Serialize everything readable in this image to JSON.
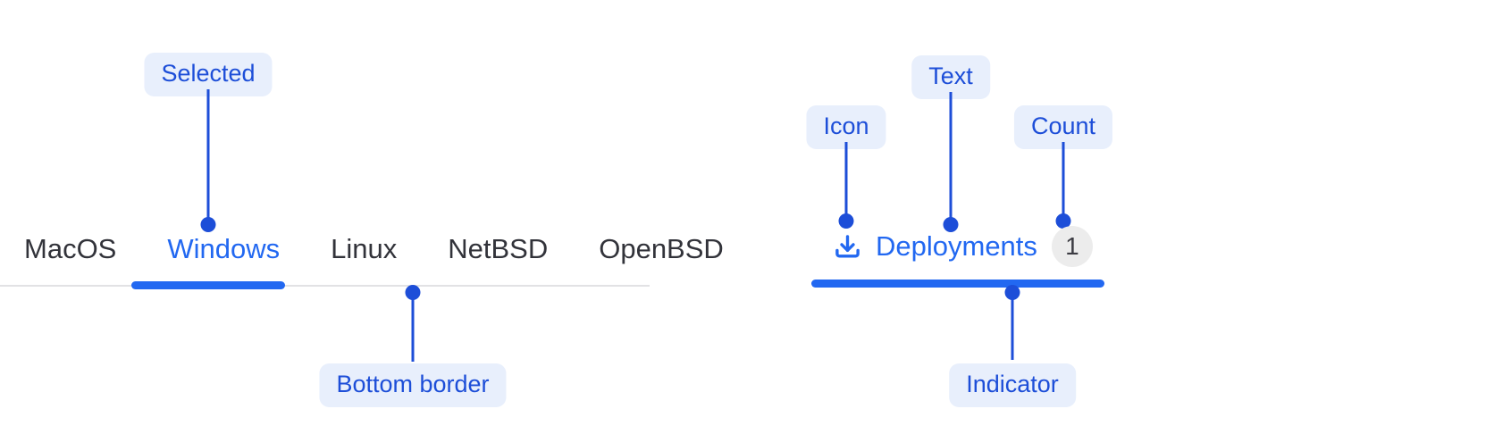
{
  "colors": {
    "accent": "#2268f1",
    "annotation": "#1d4ed8",
    "annotation_bg": "#e8effc",
    "tab_text": "#32333a",
    "border": "#e2e2e4",
    "badge_bg": "#ececec",
    "badge_text": "#3c3c43"
  },
  "left_example": {
    "tabs": [
      {
        "label": "MacOS",
        "selected": false
      },
      {
        "label": "Windows",
        "selected": true
      },
      {
        "label": "Linux",
        "selected": false
      },
      {
        "label": "NetBSD",
        "selected": false
      },
      {
        "label": "OpenBSD",
        "selected": false
      }
    ],
    "callouts": {
      "selected": "Selected",
      "bottom_border": "Bottom border"
    }
  },
  "right_example": {
    "tab": {
      "icon": "download-icon",
      "label": "Deployments",
      "count": "1"
    },
    "callouts": {
      "icon": "Icon",
      "text": "Text",
      "count": "Count",
      "indicator": "Indicator"
    }
  }
}
